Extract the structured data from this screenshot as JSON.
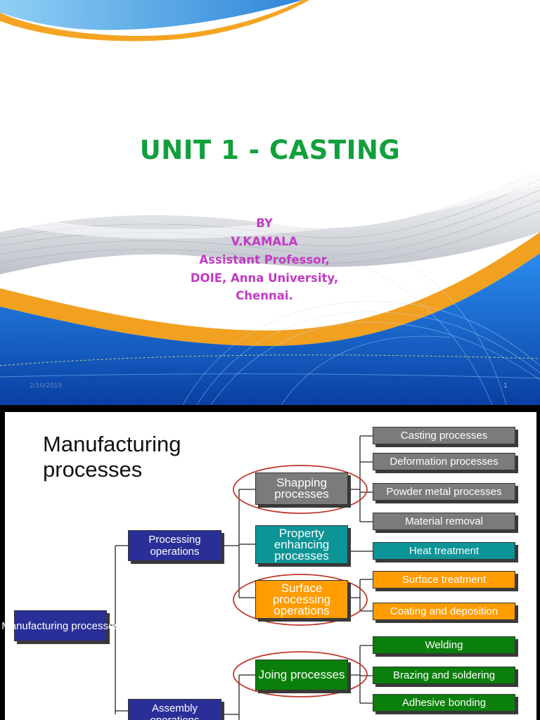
{
  "slide1": {
    "title": "UNIT 1 - CASTING",
    "author_lines": [
      "BY",
      "V.KAMALA",
      "Assistant Professor,",
      "DOIE, Anna University,",
      "Chennai."
    ],
    "footer_date": "2/10/2019",
    "slide_number": "1"
  },
  "slide2": {
    "title_lines": [
      "Manufacturing",
      "processes"
    ],
    "root": "Manufacturing processes",
    "processing_operations": "Processing operations",
    "assembly_operations": "Assembly operations",
    "shaping": "Shapping processes",
    "property": "Property enhancing processes",
    "surface": "Surface processing operations",
    "joining": "Joing processes",
    "shaping_children": [
      "Casting processes",
      "Deformation processes",
      "Powder metal processes",
      "Material removal"
    ],
    "property_children": [
      "Heat treatment"
    ],
    "surface_children": [
      "Surface treatment",
      "Coating and deposition"
    ],
    "joining_children": [
      "Welding",
      "Brazing and soldering",
      "Adhesive bonding"
    ]
  }
}
